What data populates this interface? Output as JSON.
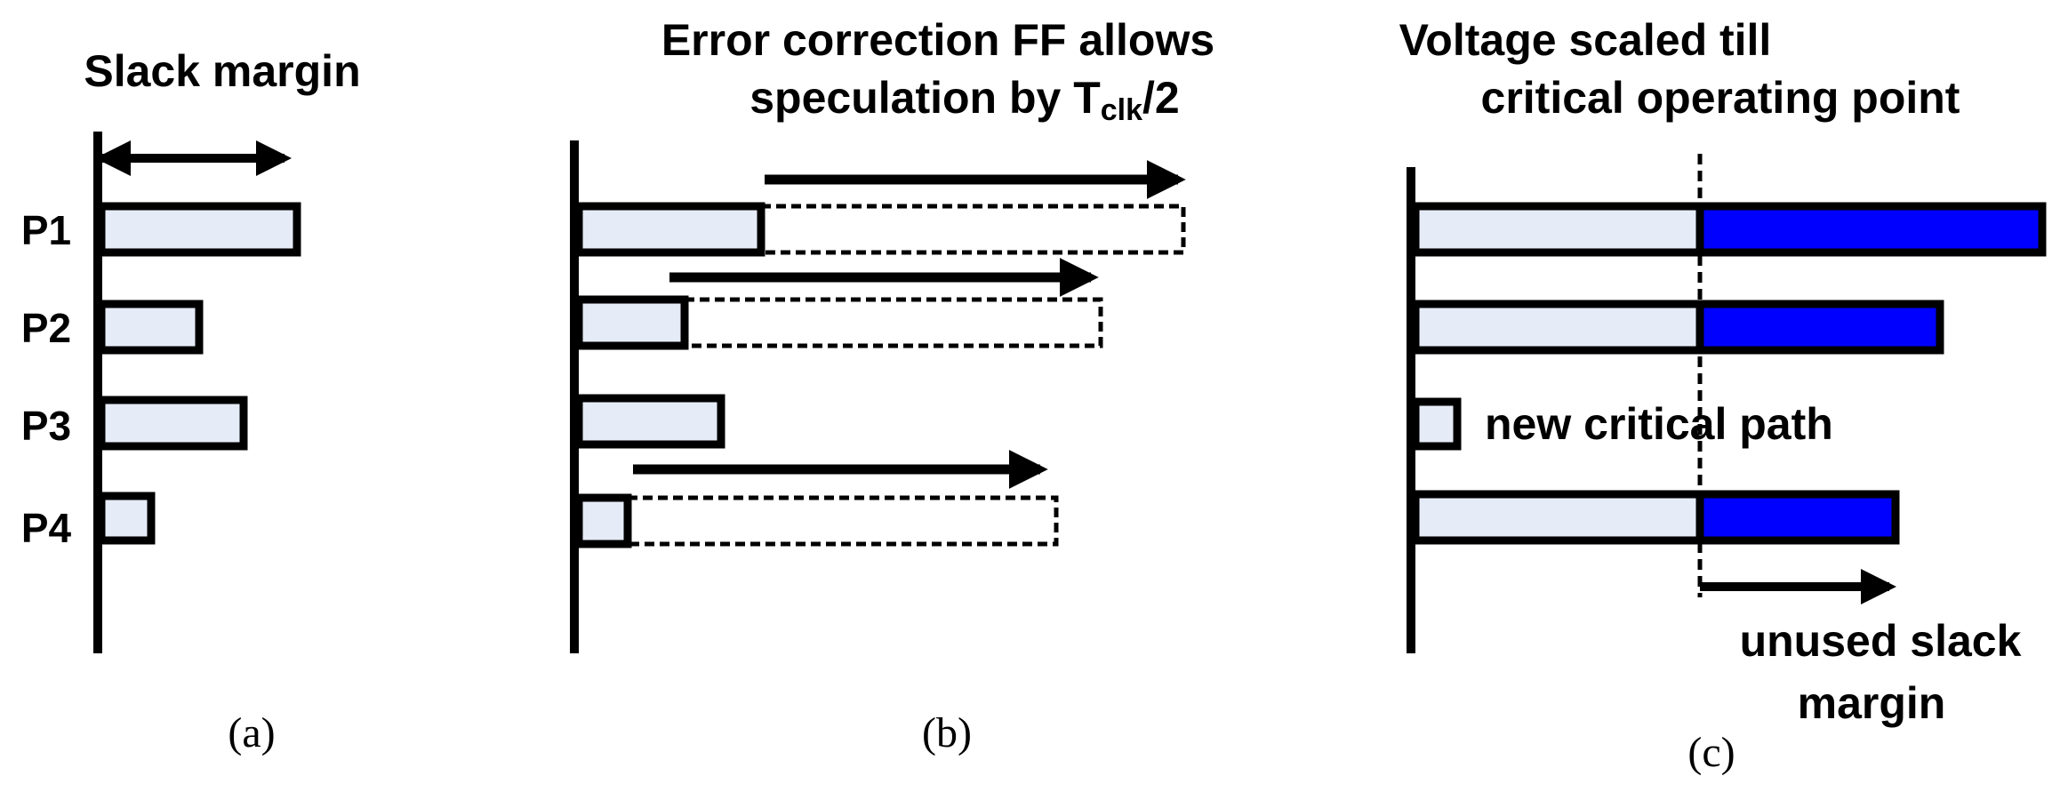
{
  "panel_a": {
    "title": "Slack margin",
    "paths": [
      "P1",
      "P2",
      "P3",
      "P4"
    ],
    "caption": "(a)"
  },
  "panel_b": {
    "title_line1": "Error correction FF allows",
    "title_line2_prefix": "speculation by T",
    "title_line2_sub": "clk",
    "title_line2_suffix": "/2",
    "caption": "(b)"
  },
  "panel_c": {
    "title_line1": "Voltage scaled till",
    "title_line2": "critical operating point",
    "new_path_label": "new critical path",
    "slack_label_line1": "unused slack",
    "slack_label_line2": "margin",
    "caption": "(c)"
  },
  "colors": {
    "bar_fill": "#e6ecf7",
    "slack_fill": "#0000ff",
    "stroke": "#000000"
  }
}
